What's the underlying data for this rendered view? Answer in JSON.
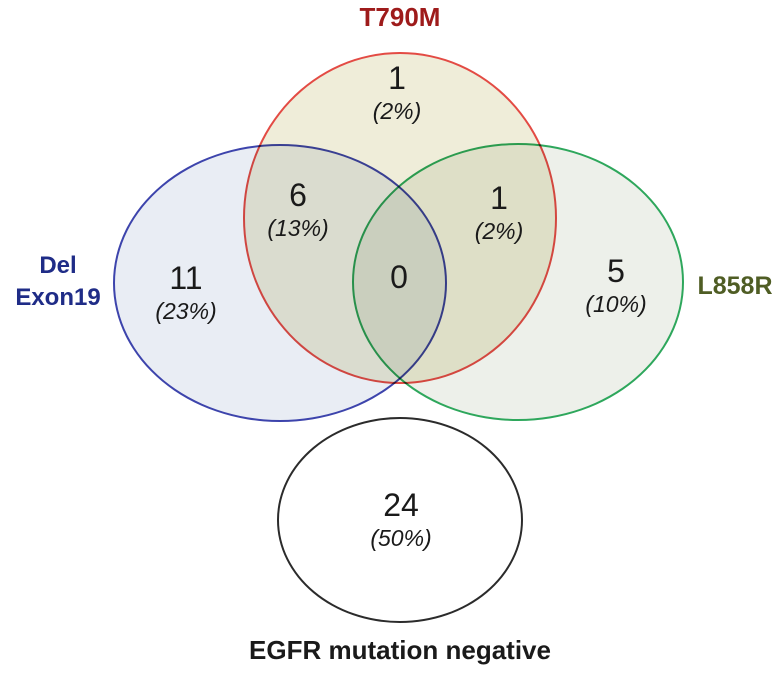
{
  "figure": {
    "background_color": "#FFFFFF",
    "text_color": "#1A1A1A"
  },
  "chart_data": {
    "type": "venn",
    "legend_position": "around-circles",
    "sets": [
      {
        "id": "t790m",
        "label": "T790M",
        "label_color": "#9E1B1B",
        "stroke_color": "#E34B44",
        "fill_color": "#EFEDD9"
      },
      {
        "id": "del_exon19",
        "label": "Del Exon19",
        "label_lines": [
          "Del",
          "Exon19"
        ],
        "label_color": "#1F2C87",
        "stroke_color": "#3D44AC",
        "fill_color": "#E9EDF4"
      },
      {
        "id": "l858r",
        "label": "L858R",
        "label_color": "#4F5D24",
        "stroke_color": "#2EA75C",
        "fill_color": "#EDF0EA"
      },
      {
        "id": "egfr_negative",
        "label": "EGFR mutation negative",
        "label_color": "#1A1A1A",
        "stroke_color": "#2B2B2B",
        "fill_color": "#FFFFFF"
      }
    ],
    "regions": [
      {
        "sets": [
          "t790m"
        ],
        "count": 1,
        "pct_label": "(2%)"
      },
      {
        "sets": [
          "t790m",
          "del_exon19"
        ],
        "count": 6,
        "pct_label": "(13%)"
      },
      {
        "sets": [
          "t790m",
          "l858r"
        ],
        "count": 1,
        "pct_label": "(2%)"
      },
      {
        "sets": [
          "t790m",
          "del_exon19",
          "l858r"
        ],
        "count": 0,
        "pct_label": ""
      },
      {
        "sets": [
          "del_exon19"
        ],
        "count": 11,
        "pct_label": "(23%)"
      },
      {
        "sets": [
          "l858r"
        ],
        "count": 5,
        "pct_label": "(10%)"
      },
      {
        "sets": [
          "egfr_negative"
        ],
        "count": 24,
        "pct_label": "(50%)"
      }
    ]
  }
}
